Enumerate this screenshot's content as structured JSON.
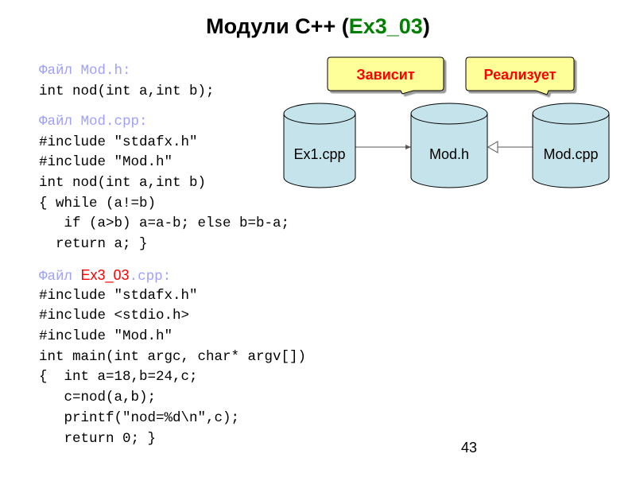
{
  "title": {
    "prefix": "Модули С++ (",
    "accent": "Ex3_03",
    "suffix": ")"
  },
  "file_mod_h": {
    "header": "Файл Mod.h:",
    "lines": [
      "int nod(int a,int b);"
    ]
  },
  "file_mod_cpp": {
    "header": "Файл Mod.cpp:",
    "lines": [
      "#include \"stdafx.h\"",
      "#include \"Mod.h\"",
      "int nod(int a,int b)",
      "{ while (a!=b)",
      "   if (a>b) a=a-b; else b=b-a;",
      "  return a; }"
    ]
  },
  "file_ex3": {
    "header_prefix": "Файл ",
    "header_name": "Ex3_03",
    "header_suffix": ".cpp:",
    "lines": [
      "#include \"stdafx.h\"",
      "#include <stdio.h>",
      "#include \"Mod.h\"",
      "int main(int argc, char* argv[])",
      "{  int a=18,b=24,c;",
      "   c=nod(a,b);",
      "   printf(\"nod=%d\\n\",c);",
      "   return 0; }"
    ]
  },
  "diagram": {
    "callout_depends": "Зависит",
    "callout_implements": "Реализует",
    "cylinders": [
      "Ex1.cpp",
      "Mod.h",
      "Mod.cpp"
    ],
    "colors": {
      "cylinder_fill": "#c5e3ea",
      "callout_fill": "#ffff99",
      "callout_text": "#ff0000"
    }
  },
  "page_number": "43"
}
